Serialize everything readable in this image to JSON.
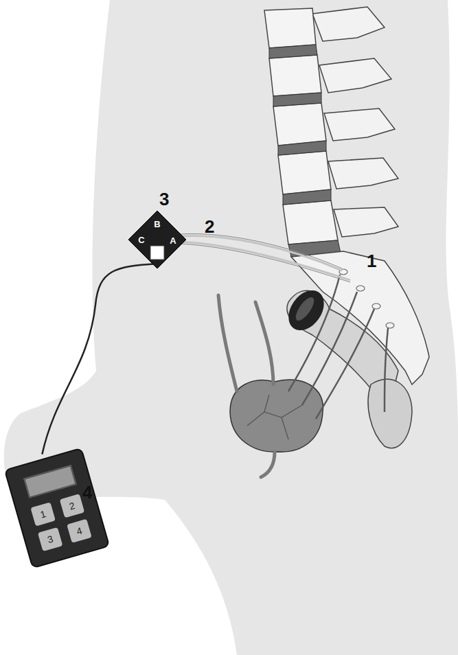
{
  "diagram": {
    "nodes": [
      {
        "text": [
          "B",
          "C",
          "A"
        ]
      },
      {
        "text": [
          "1",
          "2",
          "3",
          "4"
        ]
      }
    ],
    "edges": [
      {
        "from": 0,
        "to": 1,
        "arrow": "none"
      }
    ],
    "labels": [
      "3",
      "2",
      "1",
      "4"
    ]
  }
}
